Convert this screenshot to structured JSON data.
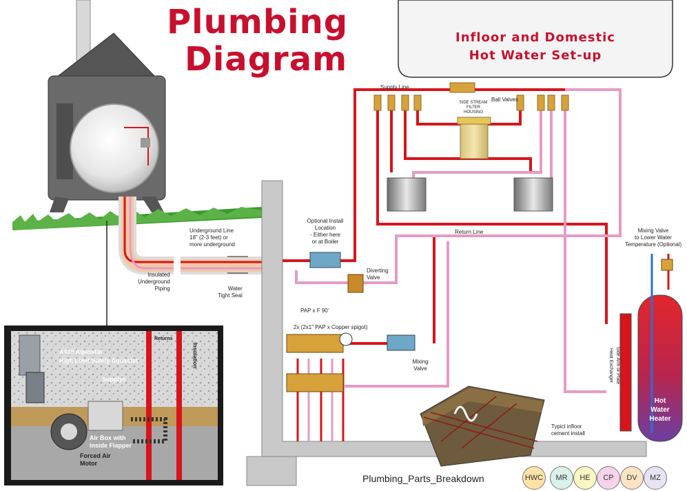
{
  "title": {
    "line1": "Plumbing",
    "line2": "Diagram"
  },
  "banner": {
    "line1": "Infloor and Domestic",
    "line2": "Hot Water Set-up"
  },
  "labels": {
    "supply_line": "Supply Line",
    "ball_valves": "Ball Valves",
    "side_stream_filter": "SIDE STREAM\nFILTER\nHOUSING",
    "return_line": "Return Line",
    "optional_install": "Optional Install\nLocation\n- Either here\nor at Boiler",
    "diverting_valve": "Diverting\nValve",
    "underground_line": "Underground Line\n18\" (2-3 feet) or\nmore underground",
    "insulated_piping": "Insulated\nUnderground\nPiping",
    "water_tight_seal": "Water\nTight Seal",
    "pap_f90": "PAP x F 90'",
    "pap_copper": "2x (2x1\" PAP x Copper spigot)",
    "mixing_valve": "Mixing\nValve",
    "mixing_valve_lower": "Mixing Valve\nto Lower Water\nTemperature (Optional)",
    "side_arm": "Side Arm or Plate\nHeat Exchanger",
    "typical_infloor": "Typicl infloor\ncement install",
    "a419": "A419 Aquastat",
    "high_limit": "High Limit Safety Aquastat",
    "supplys": "Supplys",
    "returns": "Returns",
    "insulation": "Insulation",
    "air_box": "Air Box with\ninside Flapper",
    "forced_air": "Forced Air\nMotor",
    "hot_water_heater": "Hot\nWater\nHeater"
  },
  "footer": "Plumbing_Parts_Breakdown",
  "badges": [
    {
      "label": "HWC",
      "color": "#fde3a7"
    },
    {
      "label": "MR",
      "color": "#d9f2ea"
    },
    {
      "label": "HE",
      "color": "#fbf7c2"
    },
    {
      "label": "CP",
      "color": "#f6d3ea"
    },
    {
      "label": "DV",
      "color": "#fce3c4"
    },
    {
      "label": "MZ",
      "color": "#e7e3f2"
    }
  ],
  "colors": {
    "supply": "#d7141b",
    "return": "#e79ac4",
    "accent": "#c8102e",
    "wall": "#c8c8c8"
  }
}
